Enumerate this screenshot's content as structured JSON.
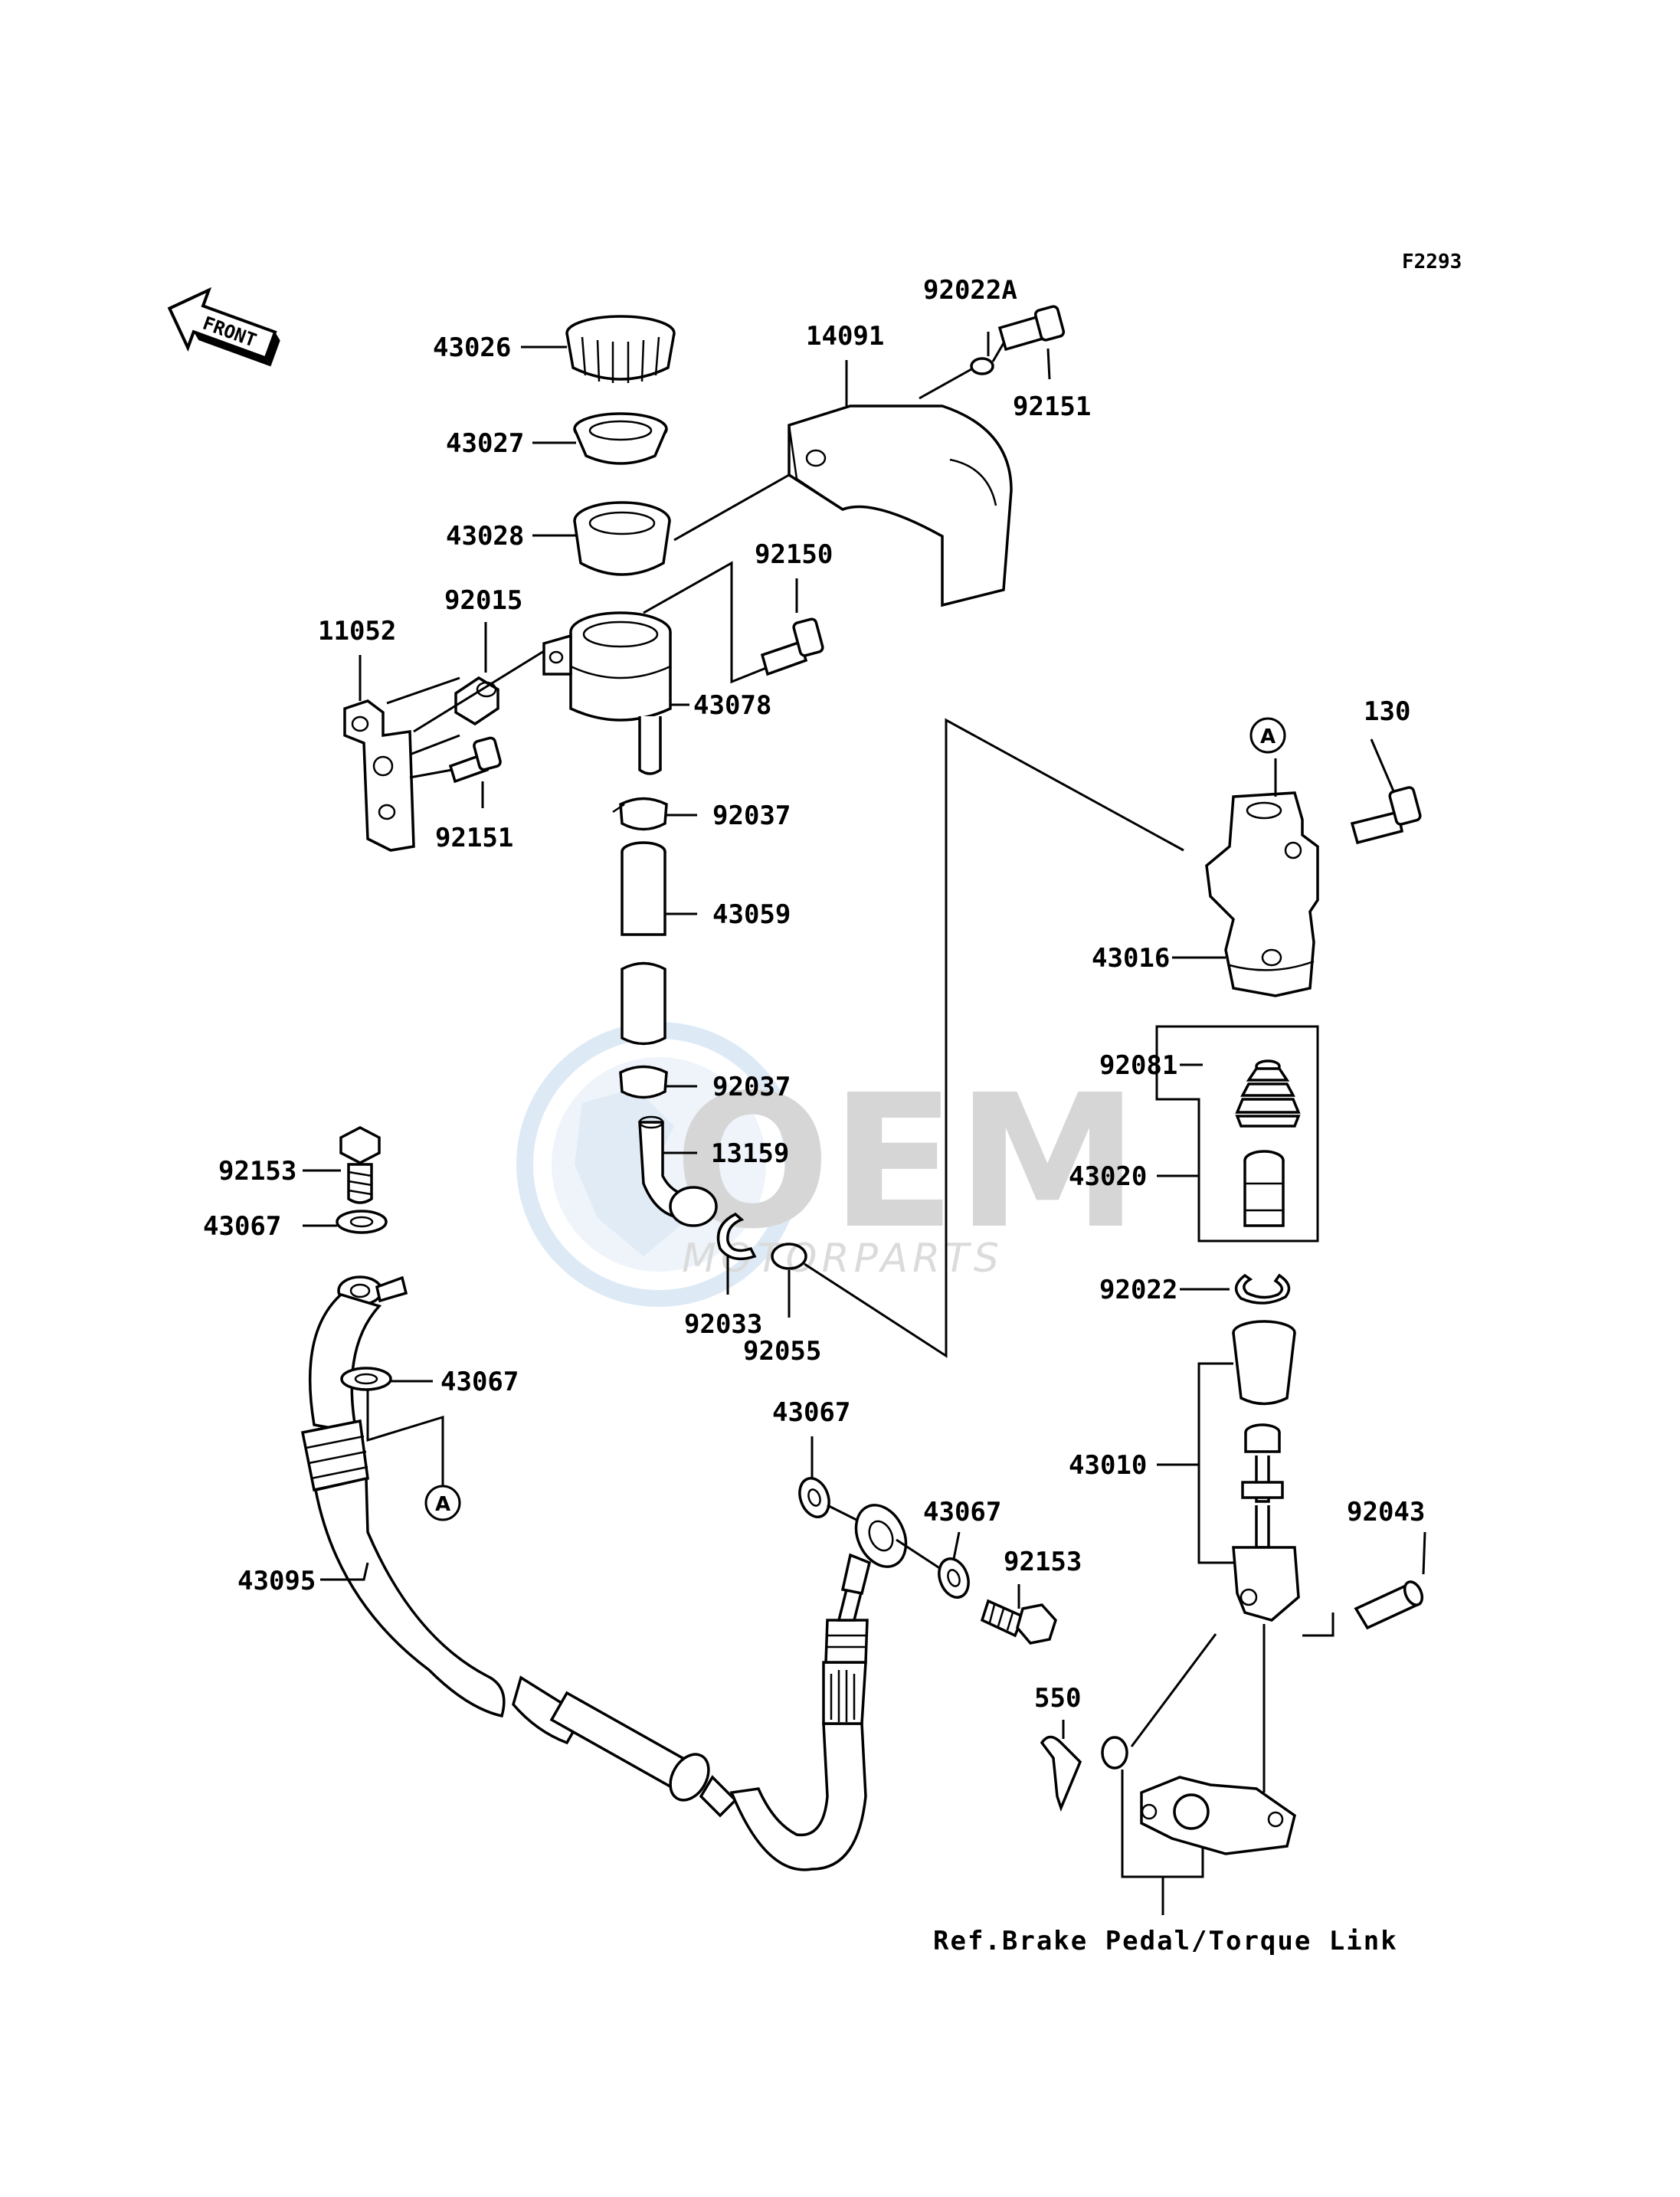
{
  "diagram_code": "F2293",
  "front_label": "FRONT",
  "reference_note": "Ref.Brake Pedal/Torque Link",
  "watermark": {
    "brand": "OEM",
    "sub": "MOTORPARTS"
  },
  "callout_marker": "A",
  "parts": [
    {
      "id": "p43026",
      "number": "43026"
    },
    {
      "id": "p43027",
      "number": "43027"
    },
    {
      "id": "p43028",
      "number": "43028"
    },
    {
      "id": "p14091",
      "number": "14091"
    },
    {
      "id": "p92022A",
      "number": "92022A"
    },
    {
      "id": "p92151a",
      "number": "92151"
    },
    {
      "id": "p92150",
      "number": "92150"
    },
    {
      "id": "p92015",
      "number": "92015"
    },
    {
      "id": "p11052",
      "number": "11052"
    },
    {
      "id": "p43078",
      "number": "43078"
    },
    {
      "id": "p92151b",
      "number": "92151"
    },
    {
      "id": "p92037a",
      "number": "92037"
    },
    {
      "id": "p43059",
      "number": "43059"
    },
    {
      "id": "p92037b",
      "number": "92037"
    },
    {
      "id": "p13159",
      "number": "13159"
    },
    {
      "id": "p92033",
      "number": "92033"
    },
    {
      "id": "p92055",
      "number": "92055"
    },
    {
      "id": "p130",
      "number": "130"
    },
    {
      "id": "p43016",
      "number": "43016"
    },
    {
      "id": "p92081",
      "number": "92081"
    },
    {
      "id": "p43020",
      "number": "43020"
    },
    {
      "id": "p92022",
      "number": "92022"
    },
    {
      "id": "p43010",
      "number": "43010"
    },
    {
      "id": "p92043",
      "number": "92043"
    },
    {
      "id": "p92153a",
      "number": "92153"
    },
    {
      "id": "p43067a",
      "number": "43067"
    },
    {
      "id": "p43067b",
      "number": "43067"
    },
    {
      "id": "p43067c",
      "number": "43067"
    },
    {
      "id": "p43067d",
      "number": "43067"
    },
    {
      "id": "p92153b",
      "number": "92153"
    },
    {
      "id": "p550",
      "number": "550"
    },
    {
      "id": "p43095",
      "number": "43095"
    }
  ]
}
